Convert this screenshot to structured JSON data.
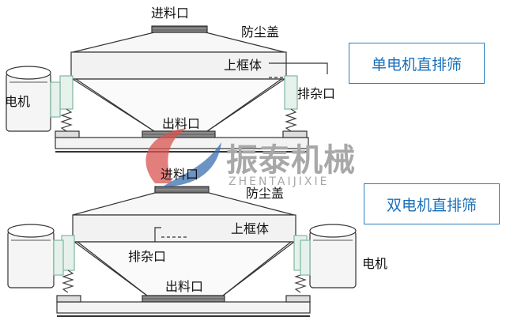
{
  "labels": {
    "inlet": "进料口",
    "dust_cover": "防尘盖",
    "upper_frame": "上框体",
    "impurity_outlet": "排杂口",
    "outlet": "出料口",
    "motor": "电机"
  },
  "titles": {
    "single": "单电机直排筛",
    "double": "双电机直排筛"
  },
  "watermark": {
    "cn": "振泰机械",
    "en": "ZHENTAIJIXIE"
  },
  "colors": {
    "line": "#333333",
    "frame_fill": "#f2f2f2",
    "outlet_fill": "#777777",
    "spring": "#444444",
    "box_border": "#2a7fc1",
    "box_text": "#1a6fb8",
    "mount_green": "#7fb7a4",
    "logo_red": "#d9534f",
    "logo_blue": "#3a6fb0",
    "watermark": "#a8a8a8"
  }
}
